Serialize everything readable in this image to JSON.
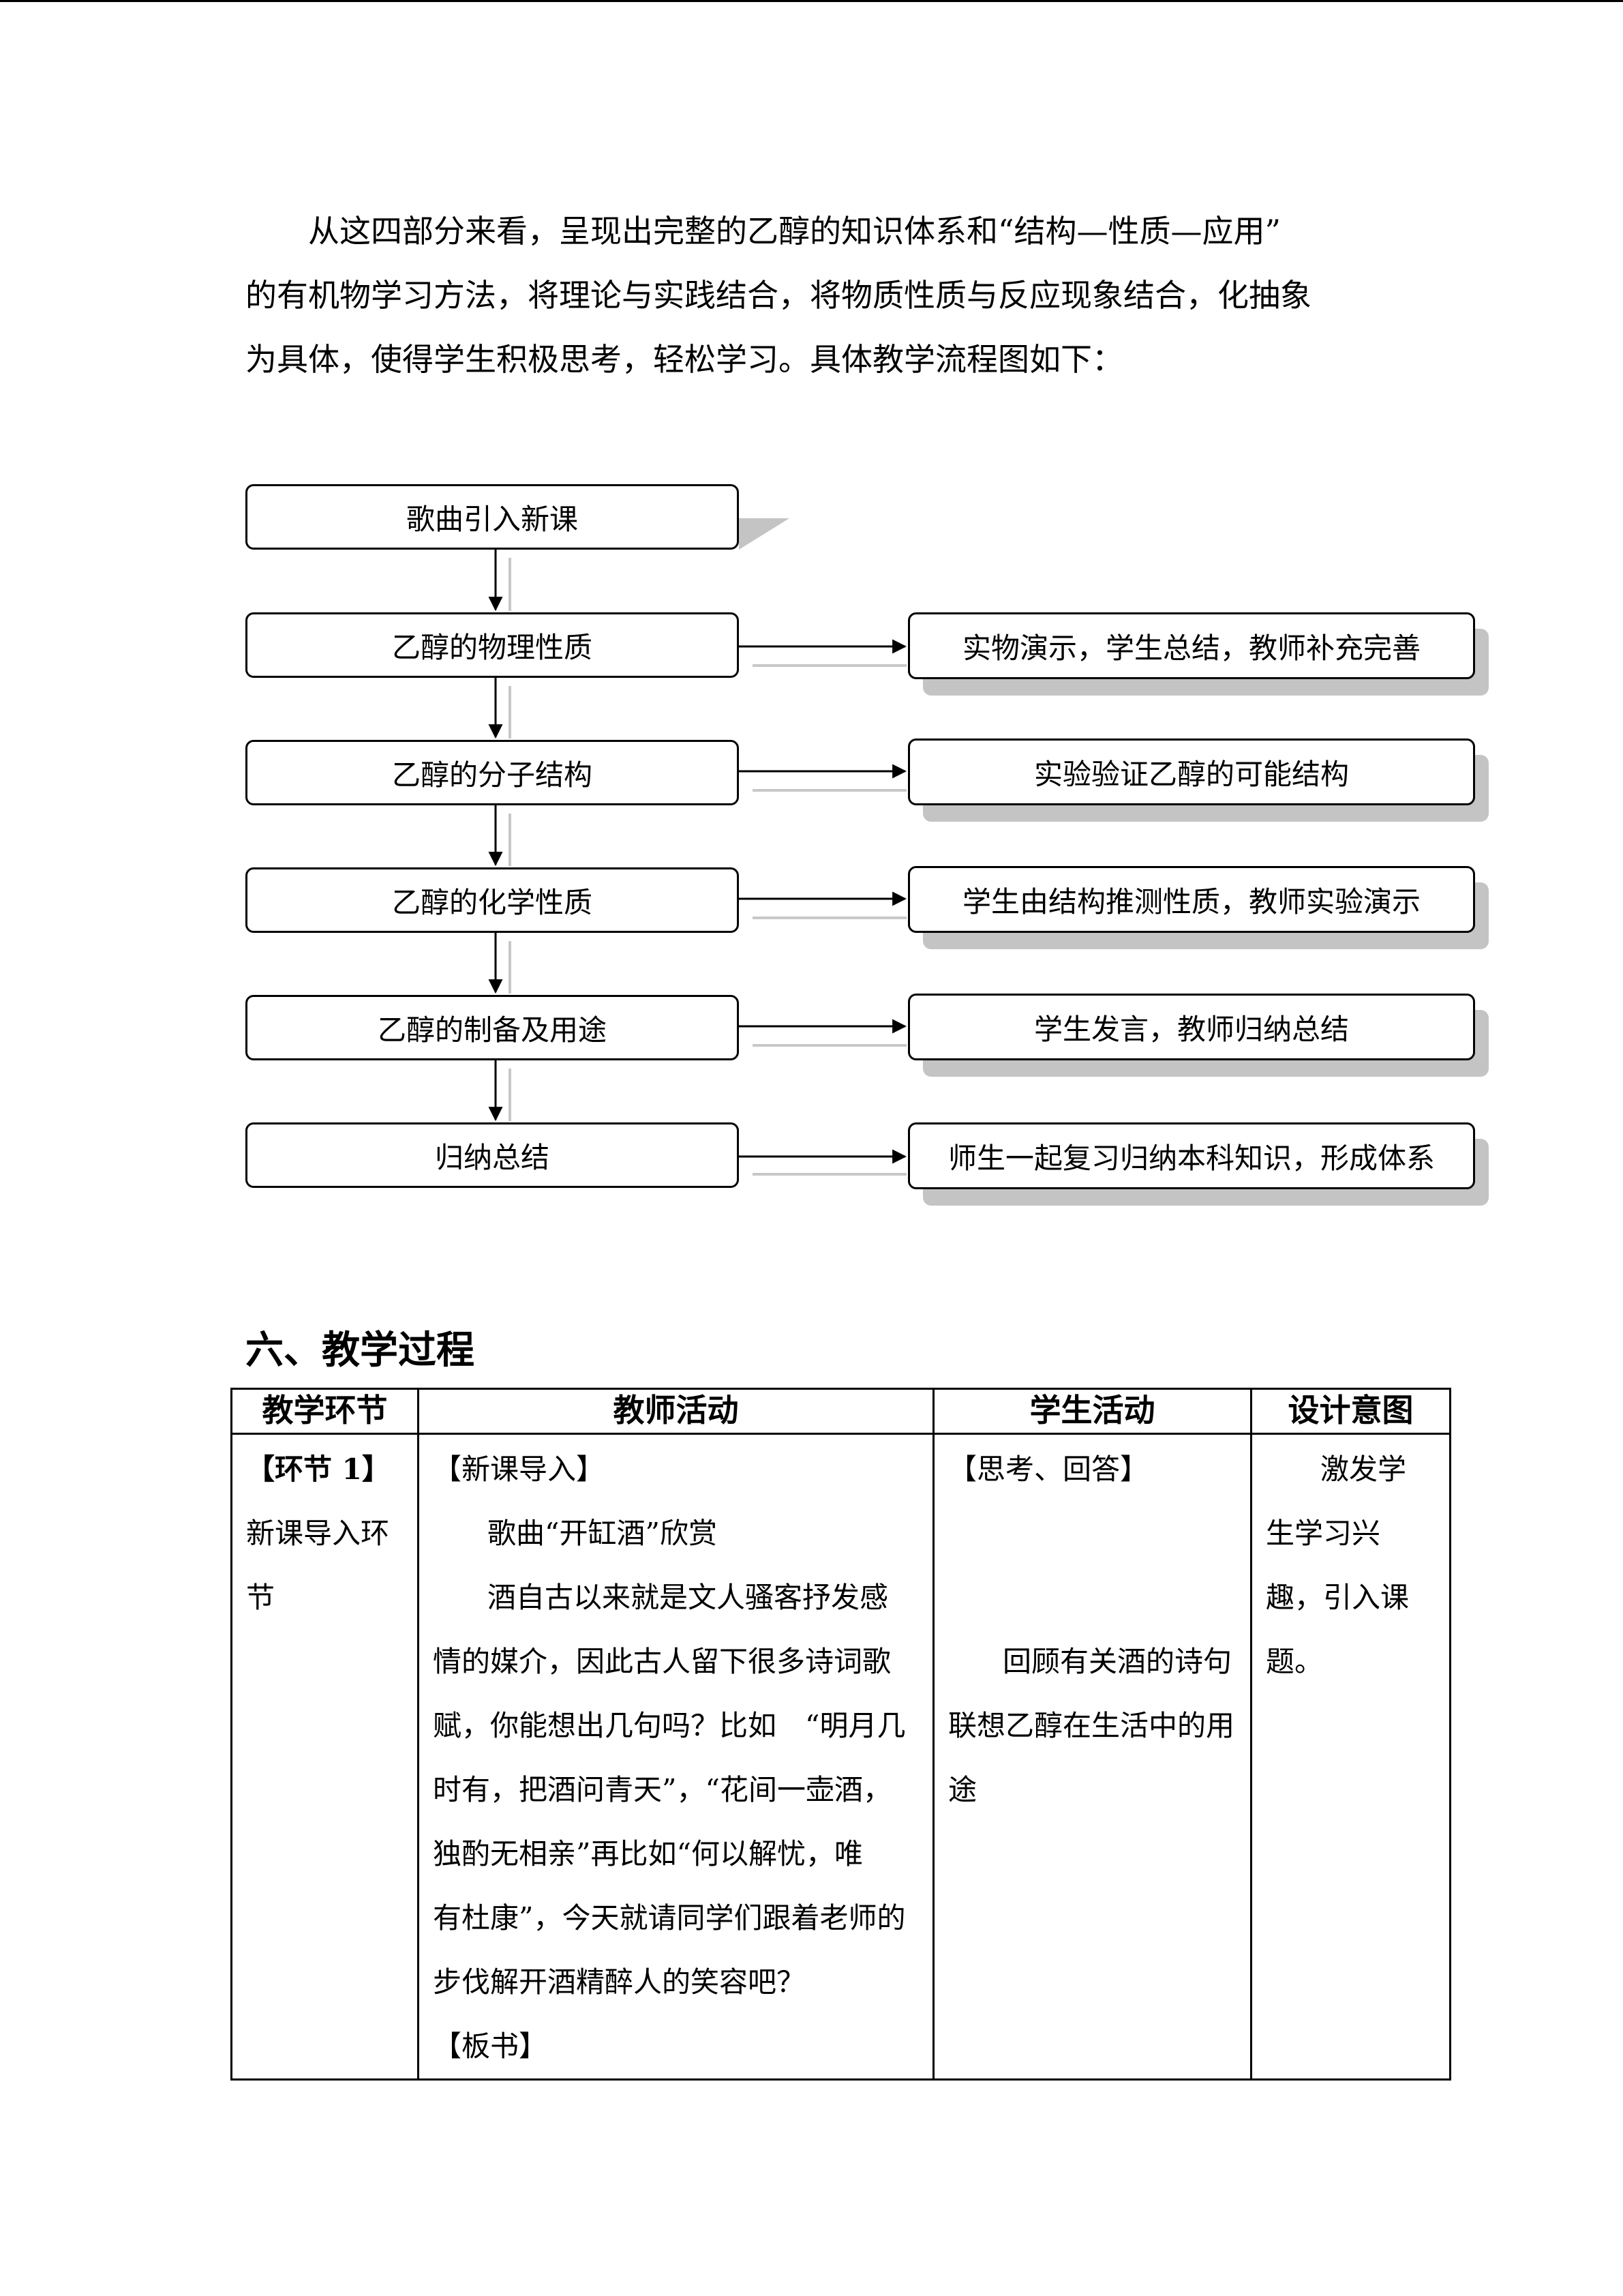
{
  "intro": {
    "lines": [
      "从这四部分来看，呈现出完整的乙醇的知识体系和“结构—性质—应用”",
      "的有机物学习方法，将理论与实践结合，将物质性质与反应现象结合，化抽象",
      "为具体，使得学生积极思考，轻松学习。具体教学流程图如下："
    ]
  },
  "flowchart": {
    "steps": [
      "歌曲引入新课",
      "乙醇的物理性质",
      "乙醇的分子结构",
      "乙醇的化学性质",
      "乙醇的制备及用途",
      "归纳总结"
    ],
    "activities": [
      "实物演示，学生总结，教师补充完善",
      "实验验证乙醇的可能结构",
      "学生由结构推测性质，教师实验演示",
      "学生发言，教师归纳总结",
      "师生一起复习归纳本科知识，形成体系"
    ]
  },
  "section": {
    "title": "六、教学过程"
  },
  "table": {
    "headers": [
      "教学环节",
      "教师活动",
      "学生活动",
      "设计意图"
    ],
    "row": {
      "stage": [
        "【环节 1】",
        "新课导入环",
        "节"
      ],
      "teacher": [
        "【新课导入】",
        "歌曲“开缸酒”欣赏",
        "酒自古以来就是文人骚客抒发感",
        "情的媒介，因此古人留下很多诗词歌",
        "赋，你能想出几句吗？比如　“明月几",
        "时有，把酒问青天”，“花间一壶酒，",
        "独酌无相亲”再比如“何以解忧，唯",
        "有杜康”，今天就请同学们跟着老师的",
        "步伐解开酒精醉人的笑容吧？",
        "【板书】"
      ],
      "student": [
        "【思考、回答】",
        "回顾有关酒的诗句",
        "联想乙醇在生活中的用",
        "途"
      ],
      "intent": [
        "激发学",
        "生学习兴",
        "趣，引入课",
        "题。"
      ]
    }
  }
}
